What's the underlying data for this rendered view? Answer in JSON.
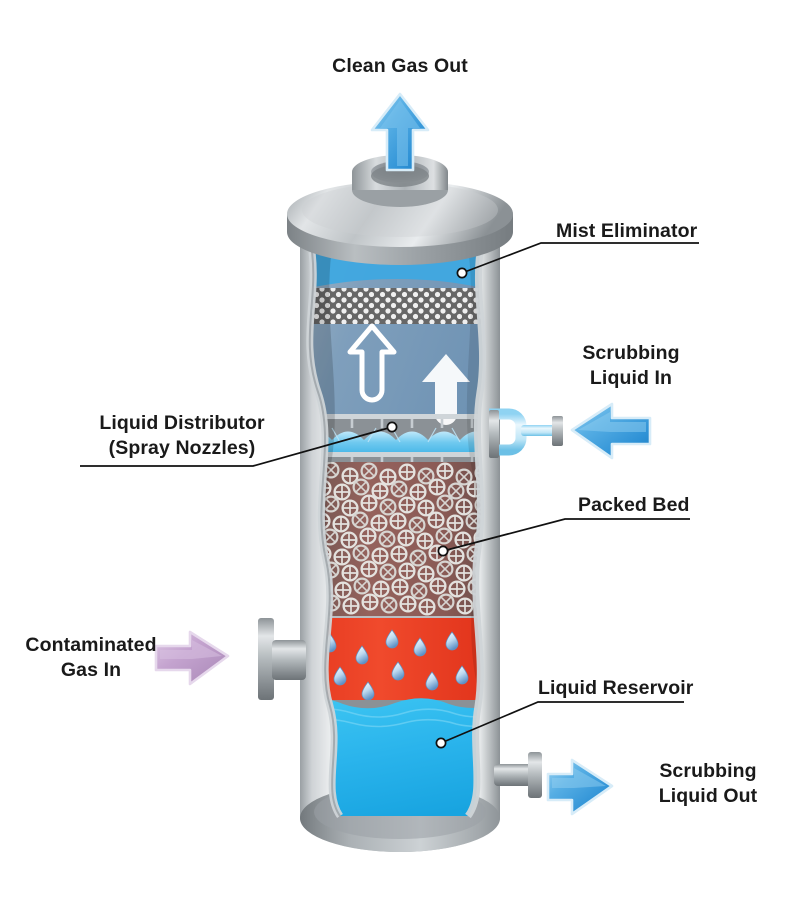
{
  "diagram": {
    "title": "Wet Scrubber Cutaway Diagram",
    "type": "packed-bed wet scrubber"
  },
  "labels": {
    "clean_gas_out": "Clean Gas Out",
    "mist_eliminator": "Mist Eliminator",
    "scrubbing_liquid_in_l1": "Scrubbing",
    "scrubbing_liquid_in_l2": "Liquid In",
    "liquid_distributor_l1": "Liquid Distributor",
    "liquid_distributor_l2": "(Spray Nozzles)",
    "packed_bed": "Packed Bed",
    "contaminated_gas_in_l1": "Contaminated",
    "contaminated_gas_in_l2": "Gas In",
    "liquid_reservoir": "Liquid Reservoir",
    "scrubbing_liquid_out_l1": "Scrubbing",
    "scrubbing_liquid_out_l2": "Liquid Out"
  },
  "flow_arrows": [
    {
      "name": "clean-gas-out-arrow",
      "direction": "up",
      "color": "#3d9fe0"
    },
    {
      "name": "scrubbing-liquid-in-arrow",
      "direction": "left",
      "color": "#3d9fe0"
    },
    {
      "name": "contaminated-gas-in-arrow",
      "direction": "right",
      "color": "#c39ecb"
    },
    {
      "name": "scrubbing-liquid-out-arrow",
      "direction": "right",
      "color": "#3d9fe0"
    },
    {
      "name": "gas-rise-arrow-outline",
      "direction": "up",
      "color": "#ffffff"
    },
    {
      "name": "gas-rise-arrow-solid",
      "direction": "up",
      "color": "#ffffff"
    }
  ],
  "zones": [
    {
      "name": "mist-eliminator-mesh",
      "color": "#6b6b6b",
      "pattern": "perforated mesh"
    },
    {
      "name": "clean-gas-zone",
      "color": "#7fa6c6"
    },
    {
      "name": "spray-zone",
      "color": "#6ec4ef",
      "levels": 2
    },
    {
      "name": "packed-bed-zone",
      "color": "#8a5f5a",
      "packing": "rings"
    },
    {
      "name": "contaminated-gas-zone",
      "color": "#ee3d24"
    },
    {
      "name": "liquid-reservoir-zone",
      "color": "#29b6ef"
    }
  ],
  "vessel": {
    "shell_color": "#b7bbbe",
    "shell_highlight": "#f0f2f3",
    "shell_shadow": "#7e8488"
  },
  "colors": {
    "label_text": "#1a1a1a",
    "leader_line": "#111111",
    "background": "#ffffff"
  }
}
